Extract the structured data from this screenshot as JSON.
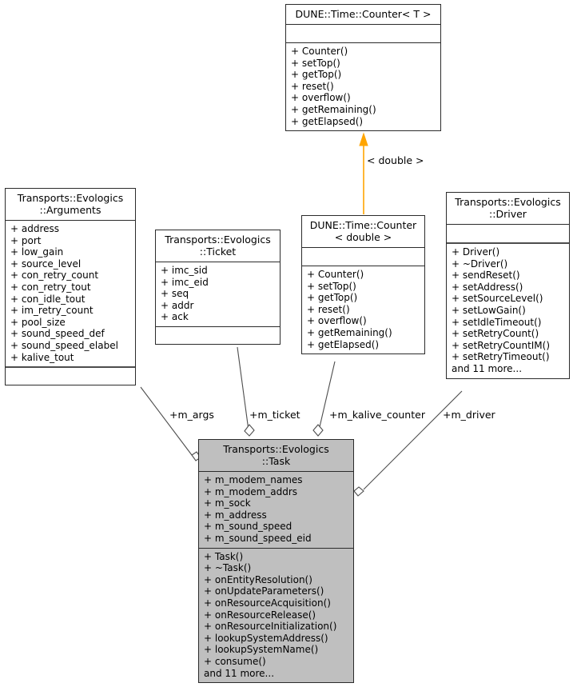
{
  "diagram": {
    "type": "uml-collaboration-diagram",
    "colors": {
      "node_border": "#2b2b2b",
      "node_fill": "#ffffff",
      "highlight_fill": "#bfbfbf",
      "edge": "#4d4d4d",
      "inheritance_edge": "#ffa500",
      "text": "#000000"
    },
    "classes": [
      {
        "id": "counter_t",
        "title": "DUNE::Time::Counter< T >",
        "attributes": [],
        "methods": [
          "+ Counter()",
          "+ setTop()",
          "+ getTop()",
          "+ reset()",
          "+ overflow()",
          "+ getRemaining()",
          "+ getElapsed()"
        ]
      },
      {
        "id": "arguments",
        "title": "Transports::Evologics\n::Arguments",
        "attributes": [
          "+ address",
          "+ port",
          "+ low_gain",
          "+ source_level",
          "+ con_retry_count",
          "+ con_retry_tout",
          "+ con_idle_tout",
          "+ im_retry_count",
          "+ pool_size",
          "+ sound_speed_def",
          "+ sound_speed_elabel",
          "+ kalive_tout"
        ],
        "methods": []
      },
      {
        "id": "ticket",
        "title": "Transports::Evologics\n::Ticket",
        "attributes": [
          "+ imc_sid",
          "+ imc_eid",
          "+ seq",
          "+ addr",
          "+ ack"
        ],
        "methods": []
      },
      {
        "id": "counter_double",
        "title": "DUNE::Time::Counter\n< double >",
        "attributes": [],
        "methods": [
          "+ Counter()",
          "+ setTop()",
          "+ getTop()",
          "+ reset()",
          "+ overflow()",
          "+ getRemaining()",
          "+ getElapsed()"
        ]
      },
      {
        "id": "driver",
        "title": "Transports::Evologics\n::Driver",
        "attributes": [],
        "methods": [
          "+ Driver()",
          "+ ~Driver()",
          "+ sendReset()",
          "+ setAddress()",
          "+ setSourceLevel()",
          "+ setLowGain()",
          "+ setIdleTimeout()",
          "+ setRetryCount()",
          "+ setRetryCountIM()",
          "+ setRetryTimeout()",
          "and 11 more..."
        ]
      },
      {
        "id": "task",
        "title": "Transports::Evologics\n::Task",
        "highlighted": true,
        "attributes": [
          "+ m_modem_names",
          "+ m_modem_addrs",
          "+ m_sock",
          "+ m_address",
          "+ m_sound_speed",
          "+ m_sound_speed_eid"
        ],
        "methods": [
          "+ Task()",
          "+ ~Task()",
          "+ onEntityResolution()",
          "+ onUpdateParameters()",
          "+ onResourceAcquisition()",
          "+ onResourceRelease()",
          "+ onResourceInitialization()",
          "+ lookupSystemAddress()",
          "+ lookupSystemName()",
          "+ consume()",
          "and 11 more..."
        ]
      }
    ],
    "edges": [
      {
        "id": "inherit-counter",
        "kind": "inheritance",
        "from": "counter_double",
        "to": "counter_t",
        "label": "< double >"
      },
      {
        "id": "assoc-args",
        "kind": "aggregation",
        "from": "arguments",
        "to": "task",
        "label": "+m_args"
      },
      {
        "id": "assoc-ticket",
        "kind": "aggregation",
        "from": "ticket",
        "to": "task",
        "label": "+m_ticket"
      },
      {
        "id": "assoc-kalive",
        "kind": "aggregation",
        "from": "counter_double",
        "to": "task",
        "label": "+m_kalive_counter"
      },
      {
        "id": "assoc-driver",
        "kind": "aggregation",
        "from": "driver",
        "to": "task",
        "label": "+m_driver"
      }
    ]
  }
}
